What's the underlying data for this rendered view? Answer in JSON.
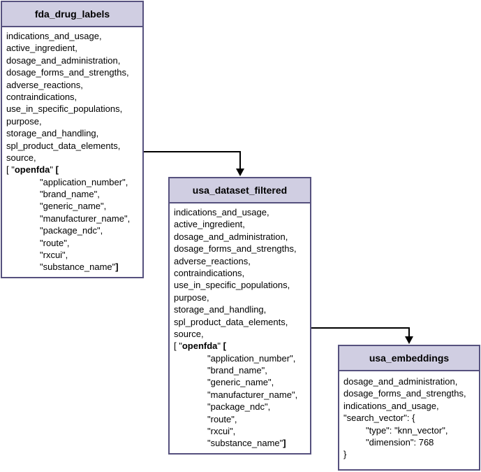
{
  "tables": {
    "fda": {
      "title": "fda_drug_labels",
      "fields": [
        "indications_and_usage,",
        "active_ingredient,",
        "dosage_and_administration,",
        "dosage_forms_and_strengths,",
        "adverse_reactions,",
        "contraindications,",
        "use_in_specific_populations,",
        "purpose,",
        "storage_and_handling,",
        "spl_product_data_elements,",
        "source,"
      ],
      "openfda_prefix": "[ \"",
      "openfda_key": "openfda",
      "openfda_mid": "\" ",
      "openfda_bracket": "[",
      "openfda_fields": [
        "\"application_number\",",
        "\"brand_name\",",
        "\"generic_name\",",
        "\"manufacturer_name\",",
        "\"package_ndc\",",
        "\"route\",",
        "\"rxcui\",",
        "\"substance_name\""
      ],
      "openfda_close": "]"
    },
    "usa": {
      "title": "usa_dataset_filtered",
      "fields": [
        "indications_and_usage,",
        "active_ingredient,",
        "dosage_and_administration,",
        "dosage_forms_and_strengths,",
        "adverse_reactions,",
        "contraindications,",
        "use_in_specific_populations,",
        "purpose,",
        "storage_and_handling,",
        "spl_product_data_elements,",
        "source,"
      ],
      "openfda_prefix": "[ \"",
      "openfda_key": "openfda",
      "openfda_mid": "\" ",
      "openfda_bracket": "[",
      "openfda_fields": [
        "\"application_number\",",
        "\"brand_name\",",
        "\"generic_name\",",
        "\"manufacturer_name\",",
        "\"package_ndc\",",
        "\"route\",",
        "\"rxcui\",",
        "\"substance_name\""
      ],
      "openfda_close": "]"
    },
    "emb": {
      "title": "usa_embeddings",
      "fields": [
        "dosage_and_administration,",
        "dosage_forms_and_strengths,",
        "indications_and_usage,",
        "\"search_vector\": {"
      ],
      "inner_fields": [
        "\"type\": \"knn_vector\",",
        "\"dimension\": 768"
      ],
      "close": "}"
    }
  },
  "colors": {
    "border": "#56517e",
    "header_fill": "#d0cee2",
    "arrow": "#000000"
  }
}
